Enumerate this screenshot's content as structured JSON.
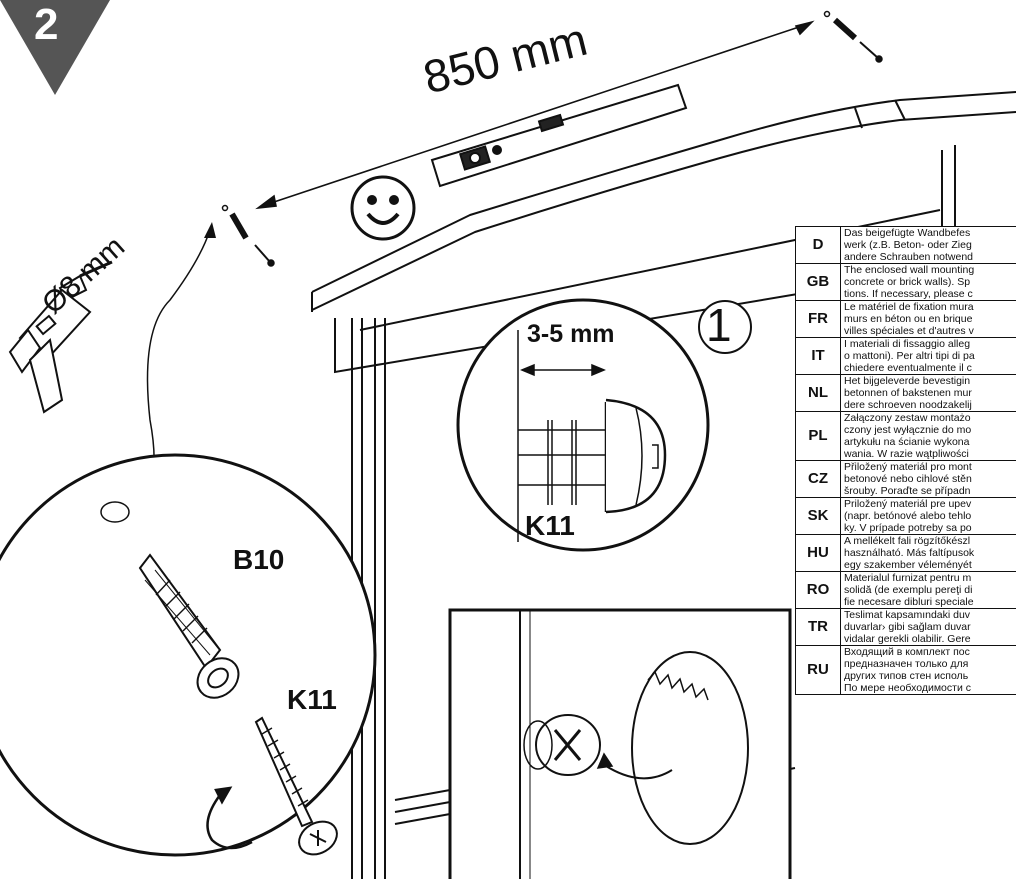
{
  "step": "2",
  "labels": {
    "distance": "850 mm",
    "drill_size": "Ø8 mm",
    "gap": "3-5 mm",
    "detail_step": "1",
    "screw_detail": "K11",
    "dowel": "B10",
    "screw": "K11"
  },
  "languages": [
    {
      "code": "D",
      "lines": [
        "Das beigefügte Wandbefes",
        "werk (z.B. Beton- oder Zieg",
        "andere Schrauben notwend"
      ]
    },
    {
      "code": "GB",
      "lines": [
        "The enclosed wall mounting",
        "concrete or brick walls). Sp",
        "tions. If necessary, please c"
      ]
    },
    {
      "code": "FR",
      "lines": [
        "Le matériel de fixation mura",
        "murs en béton ou en brique",
        "villes spéciales et d'autres v"
      ]
    },
    {
      "code": "IT",
      "lines": [
        "I materiali di fissaggio alleg",
        "o mattoni). Per altri tipi di pa",
        "chiedere eventualmente il c"
      ]
    },
    {
      "code": "NL",
      "lines": [
        "Het bijgeleverde bevestigin",
        "betonnen of bakstenen mur",
        "dere schroeven noodzakelij"
      ]
    },
    {
      "code": "PL",
      "lines": [
        "Załączony zestaw montażo",
        "czony jest wyłącznie do mo",
        "artykułu na ścianie wykona",
        "wania.  W razie wątpliwości"
      ]
    },
    {
      "code": "CZ",
      "lines": [
        "Přiložený materiál pro mont",
        "betonové nebo cihlové stěn",
        "šrouby. Poraďte se případn"
      ]
    },
    {
      "code": "SK",
      "lines": [
        "Priložený materiál pre upev",
        "(napr. betónové alebo tehlo",
        "ky. V prípade potreby sa po"
      ]
    },
    {
      "code": "HU",
      "lines": [
        "A mellékelt fali rögzítőkészl",
        "használható. Más faltípusok",
        "egy szakember véleményét"
      ]
    },
    {
      "code": "RO",
      "lines": [
        "Materialul furnizat pentru m",
        "solidă (de exemplu pereţi di",
        "fie necesare dibluri speciale"
      ]
    },
    {
      "code": "TR",
      "lines": [
        "Teslimat kapsamındaki duv",
        "duvarlar› gibi sağlam duvar",
        "vidalar gerekli olabilir. Gere"
      ]
    },
    {
      "code": "RU",
      "lines": [
        "Входящий в комплект пос",
        "предназначен только для",
        "других типов стен исполь",
        "По мере необходимости с"
      ]
    }
  ]
}
